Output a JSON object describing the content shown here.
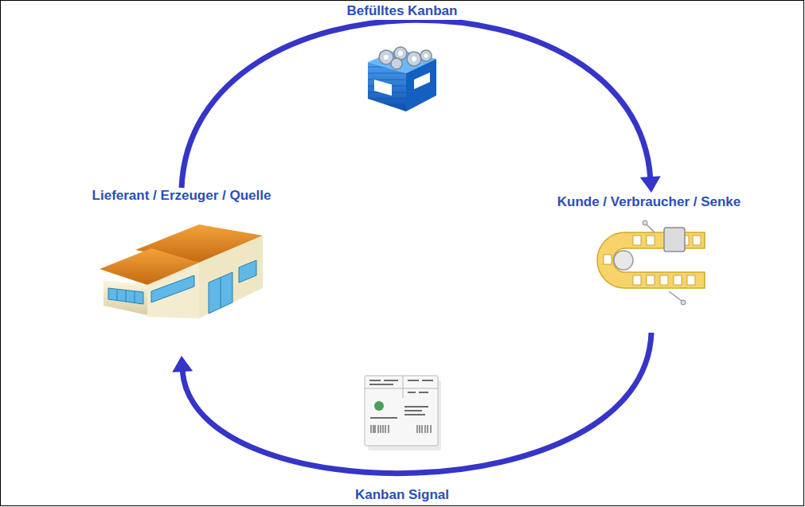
{
  "diagram": {
    "nodes": [
      {
        "text": [
          "Lieferant / Erzeuger / Quelle"
        ]
      },
      {
        "text": [
          "Kunde / Verbraucher / Senke"
        ]
      }
    ],
    "edges": [
      {
        "from": 0,
        "to": 1,
        "label": "Befülltes Kanban",
        "arrow": "to"
      },
      {
        "from": 1,
        "to": 0,
        "label": "Kanban Signal",
        "arrow": "to"
      }
    ]
  }
}
